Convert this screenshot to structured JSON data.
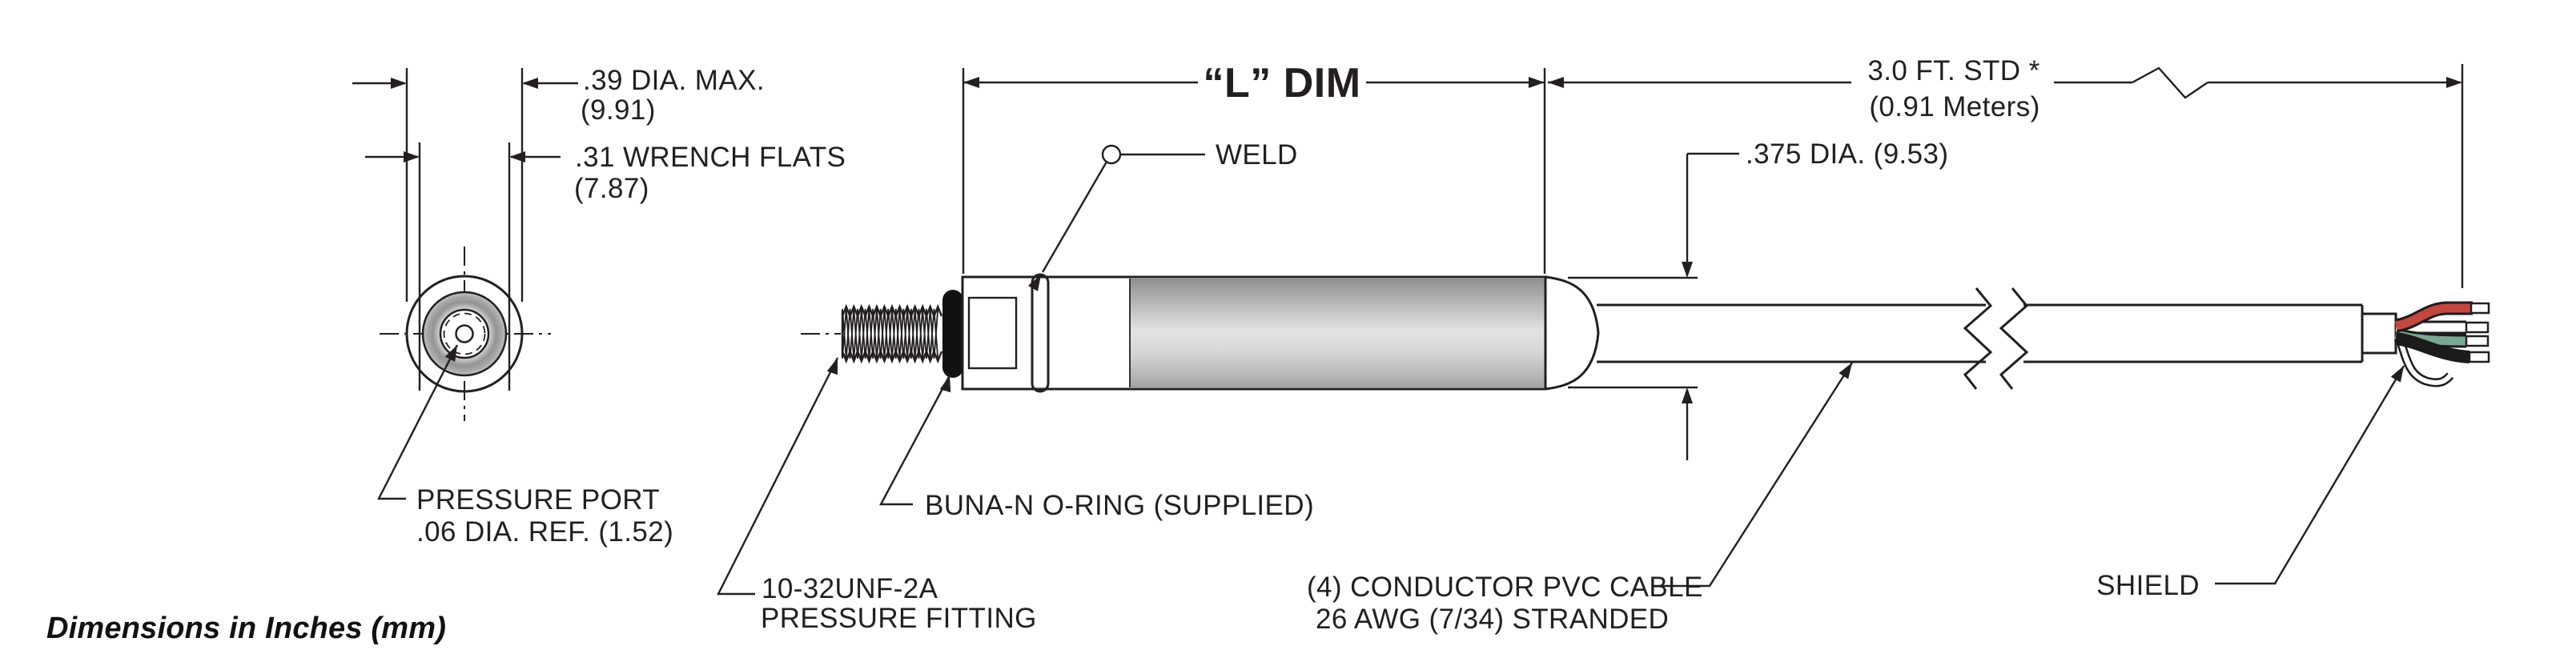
{
  "footer": {
    "note": "Dimensions in Inches (mm)"
  },
  "dimensions": {
    "dia_max": {
      "line1": ".39 DIA. MAX.",
      "line2": "(9.91)"
    },
    "wrench_flats": {
      "line1": ".31 WRENCH FLATS",
      "line2": "(7.87)"
    },
    "length": {
      "label": "“L” DIM"
    },
    "cable_length": {
      "line1": "3.0 FT. STD *",
      "line2": "(0.91 Meters)"
    },
    "body_dia": {
      "label": ".375 DIA. (9.53)"
    }
  },
  "labels": {
    "pressure_port": {
      "line1": "PRESSURE PORT",
      "line2": ".06 DIA. REF. (1.52)"
    },
    "fitting": {
      "line1": "10-32UNF-2A",
      "line2": "PRESSURE FITTING"
    },
    "oring": {
      "label": "BUNA-N O-RING (SUPPLIED)"
    },
    "weld": {
      "label": "WELD"
    },
    "cable": {
      "line1": "(4) CONDUCTOR PVC CABLE",
      "line2": "26 AWG (7/34) STRANDED"
    },
    "shield": {
      "label": "SHIELD"
    }
  },
  "colors": {
    "line": "#231f20",
    "red_wire": "#c5473e",
    "green_wire": "#79a893",
    "black_wire": "#1b1b1b",
    "white_wire": "#ffffff",
    "body_gray_dark": "#8f8f8f",
    "body_gray_light": "#e3e3e3"
  }
}
